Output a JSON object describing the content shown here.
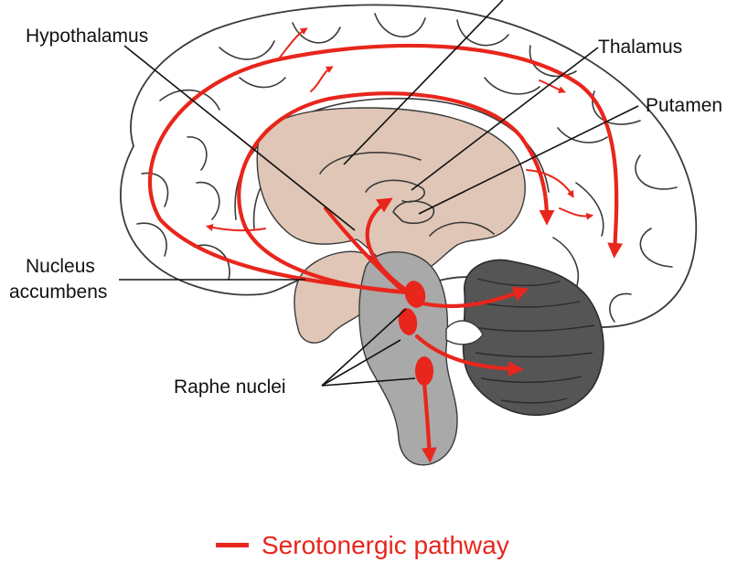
{
  "labels": {
    "hypothalamus": "Hypothalamus",
    "thalamus": "Thalamus",
    "putamen": "Putamen",
    "nucleus_accumbens_line1": "Nucleus",
    "nucleus_accumbens_line2": "accumbens",
    "raphe_nuclei": "Raphe nuclei"
  },
  "legend": {
    "label": "Serotonergic pathway"
  },
  "colors": {
    "pathway": "#e8261c",
    "cortex_fill": "#ffffff",
    "cortex_outline": "#3a3a3a",
    "deep_structure": "#dfc6b6",
    "brainstem": "#a9a9a9",
    "cerebellum": "#555555",
    "label_text": "#111111"
  }
}
